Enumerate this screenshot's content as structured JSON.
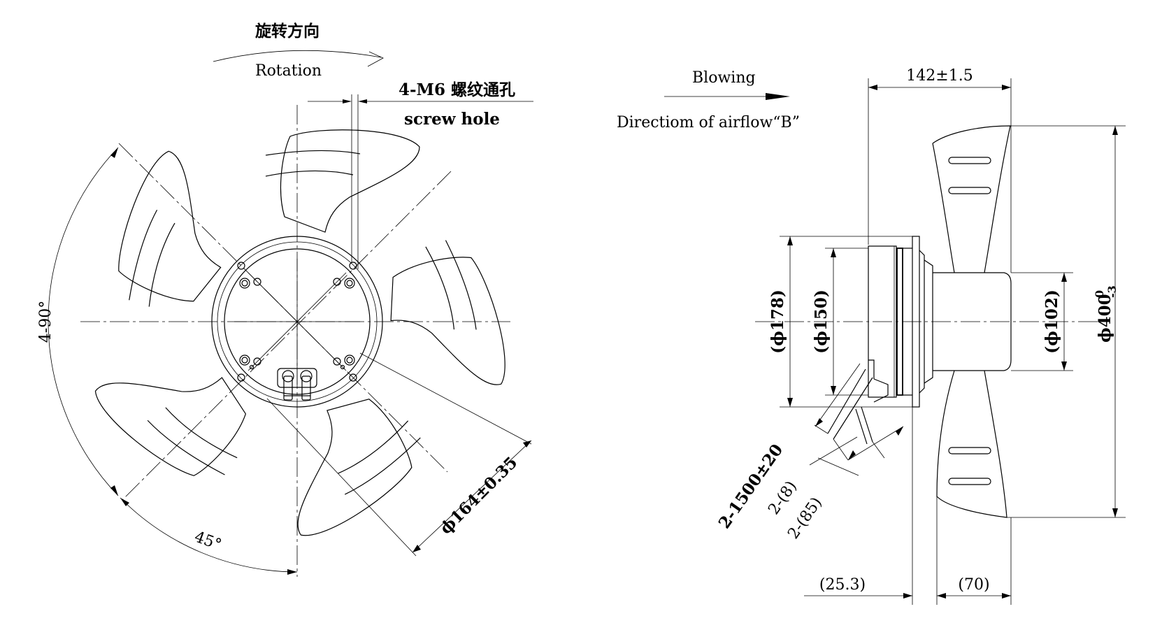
{
  "front_view": {
    "rotation_cn": "旋转方向",
    "rotation_en": "Rotation",
    "screw_hole_cn": "4-M6 螺纹通孔",
    "screw_hole_en": "screw hole",
    "angle_4x90": "4-90°",
    "angle_45": "45°",
    "dia_164": "ϕ164±0.35"
  },
  "side_view": {
    "blowing": "Blowing",
    "airflow": "Directiom of airflow“B”",
    "dim_142": "142±1.5",
    "dim_178": "(ϕ178)",
    "dim_150": "(ϕ150)",
    "dim_102": "(ϕ102)",
    "dim_400": "ϕ400",
    "dim_400_sup": "0",
    "dim_400_sub": "-3",
    "cable_length": "2-1500±20",
    "cable_8": "2-(8)",
    "cable_85": "2-(85)",
    "dim_25_3": "(25.3)",
    "dim_70": "(70)"
  }
}
